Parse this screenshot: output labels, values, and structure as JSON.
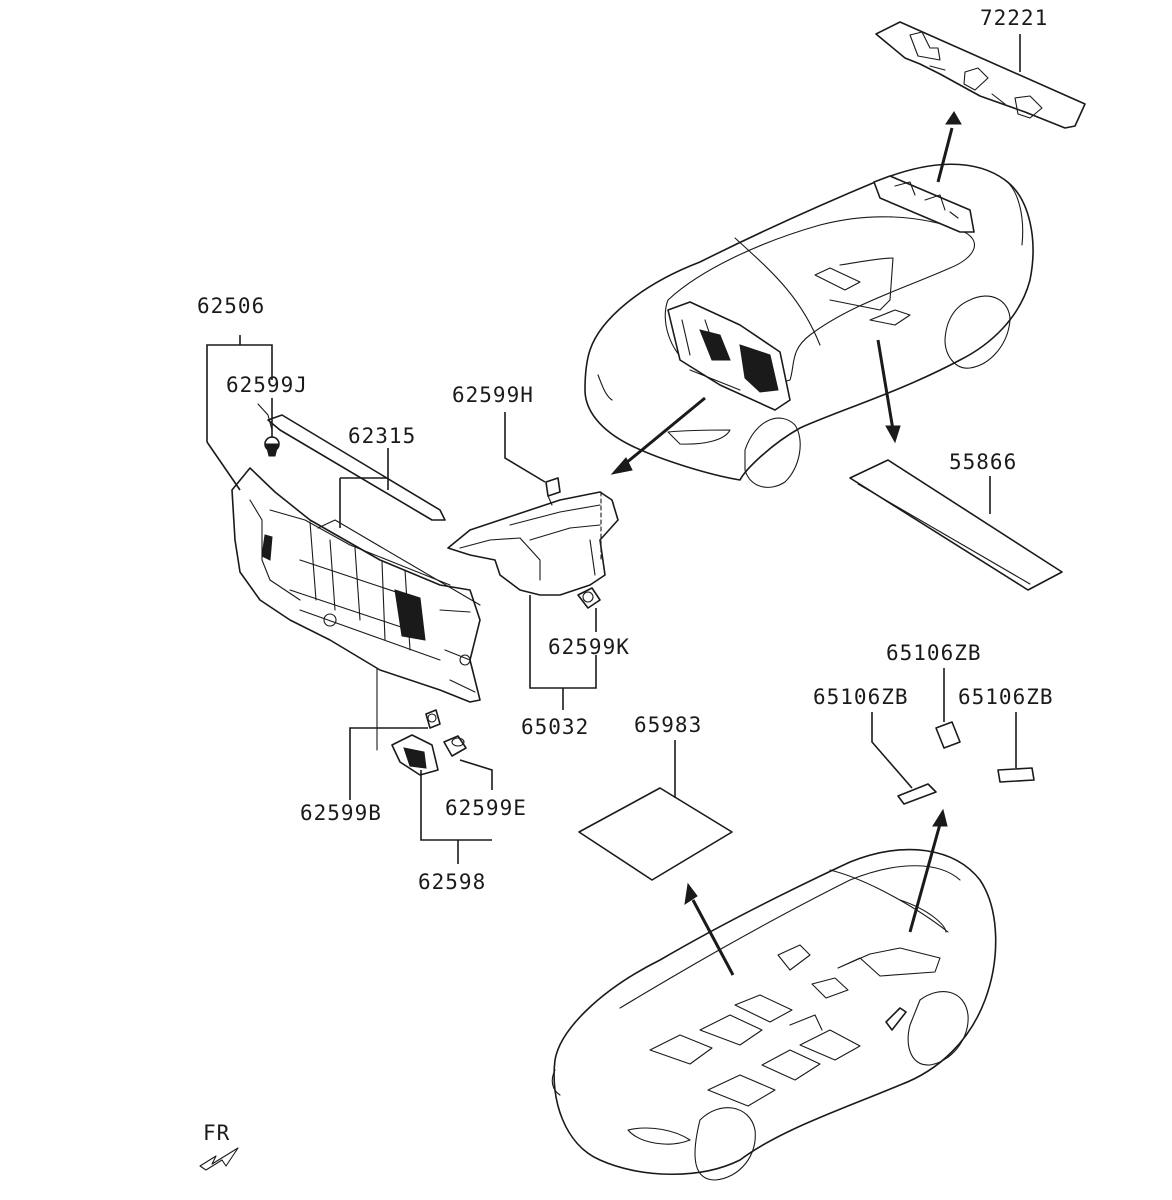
{
  "diagram": {
    "labels": {
      "p72221": "72221",
      "p62506": "62506",
      "p62599J": "62599J",
      "p62315": "62315",
      "p62599H": "62599H",
      "p55866": "55866",
      "p62599K": "62599K",
      "p65106ZB_top": "65106ZB",
      "p65106ZB_left": "65106ZB",
      "p65106ZB_right": "65106ZB",
      "p65032": "65032",
      "p65983": "65983",
      "p62599B": "62599B",
      "p62599E": "62599E",
      "p62598": "62598",
      "front": "FR"
    },
    "colors": {
      "line": "#1a1a1a",
      "background": "#ffffff"
    },
    "icons": {
      "front_indicator": "front-arrow-icon"
    }
  }
}
